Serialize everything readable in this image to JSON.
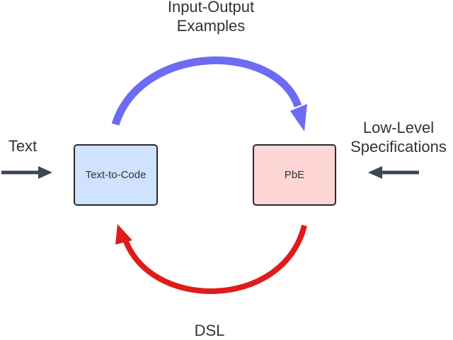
{
  "top_label": {
    "line1": "Input-Output",
    "line2": "Examples"
  },
  "bottom_label": "DSL",
  "left_input_label": "Text",
  "right_input_label": {
    "line1": "Low-Level",
    "line2": "Specifications"
  },
  "left_box": {
    "label": "Text-to-Code",
    "fill": "#cfe2ff"
  },
  "right_box": {
    "label": "PbE",
    "fill": "#ffd6d6"
  },
  "colors": {
    "top_arrow": "#6d6bf2",
    "bottom_arrow": "#e01b1b",
    "side_arrows": "#3d4654",
    "box_border": "#2b2b2b",
    "text": "#333333"
  }
}
